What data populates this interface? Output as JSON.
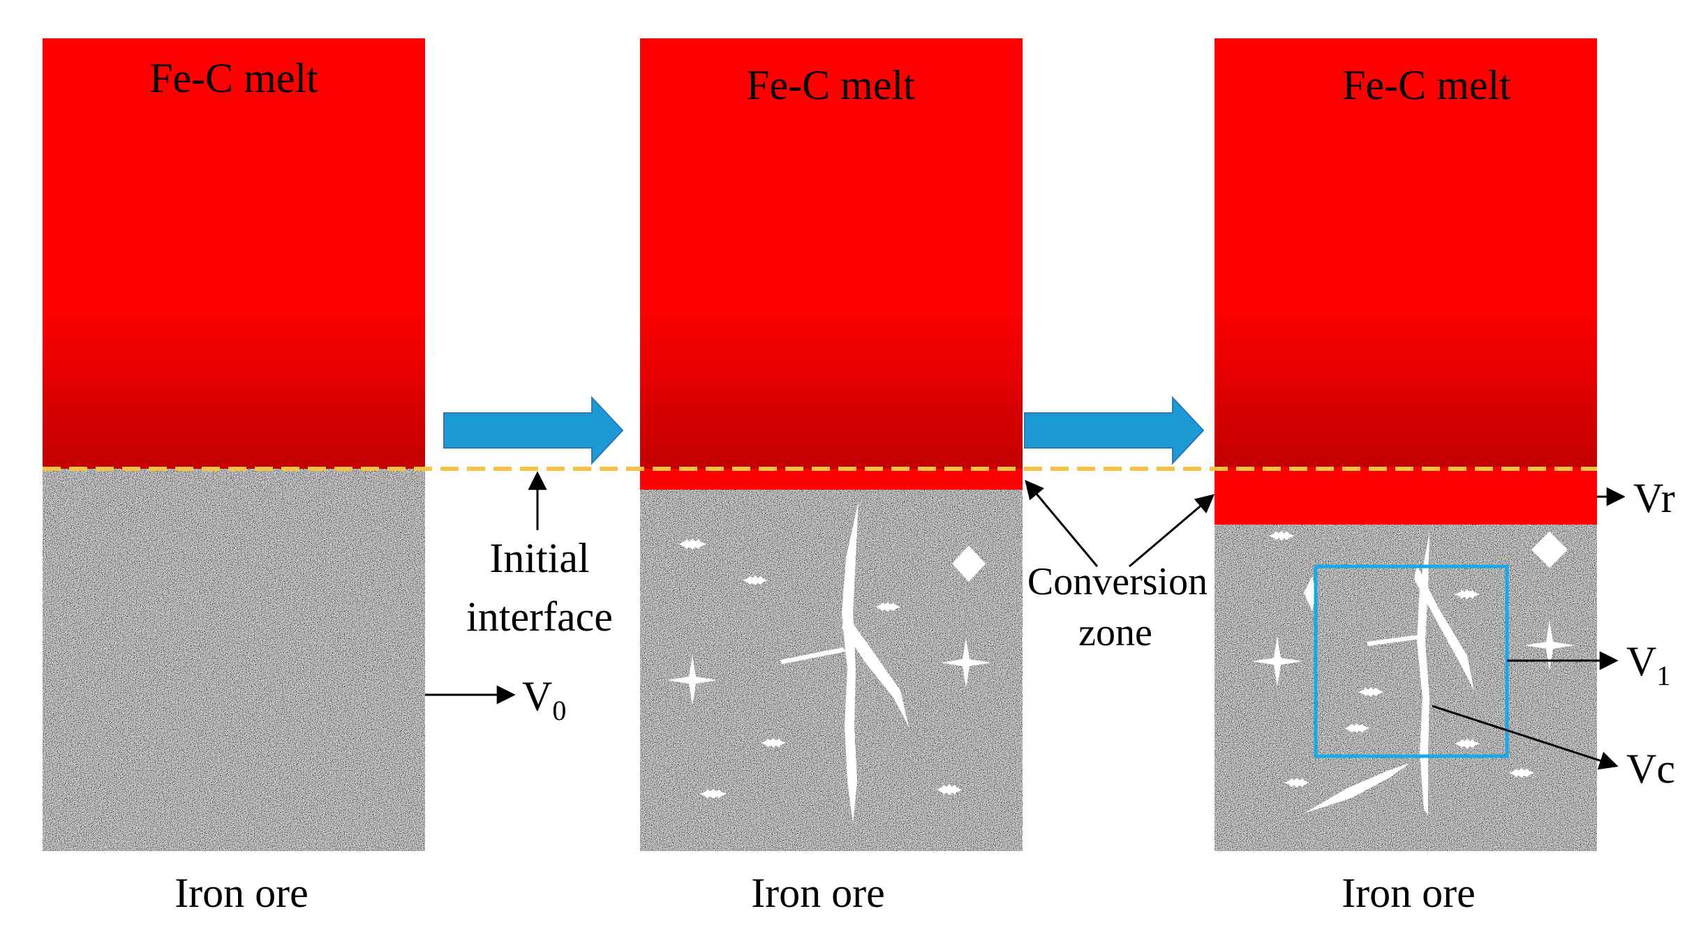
{
  "panels": [
    {
      "melt_label": "Fe-C melt",
      "ore_label": "Iron ore"
    },
    {
      "melt_label": "Fe-C melt",
      "ore_label": "Iron ore"
    },
    {
      "melt_label": "Fe-C melt",
      "ore_label": "Iron ore"
    }
  ],
  "annotations": {
    "initial_interface_line1": "Initial",
    "initial_interface_line2": "interface",
    "conversion_zone_line1": "Conversion",
    "conversion_zone_line2": "zone",
    "v0_main": "V",
    "v0_sub": "0",
    "vr": "Vr",
    "v1_main": "V",
    "v1_sub": "1",
    "vc": "Vc"
  },
  "colors": {
    "melt_red": "#ff0000",
    "melt_dark_red": "#c00000",
    "interface_dashed": "#f5c242",
    "process_arrow": "#1b9ad6",
    "roi_box": "#1ba8e6"
  }
}
